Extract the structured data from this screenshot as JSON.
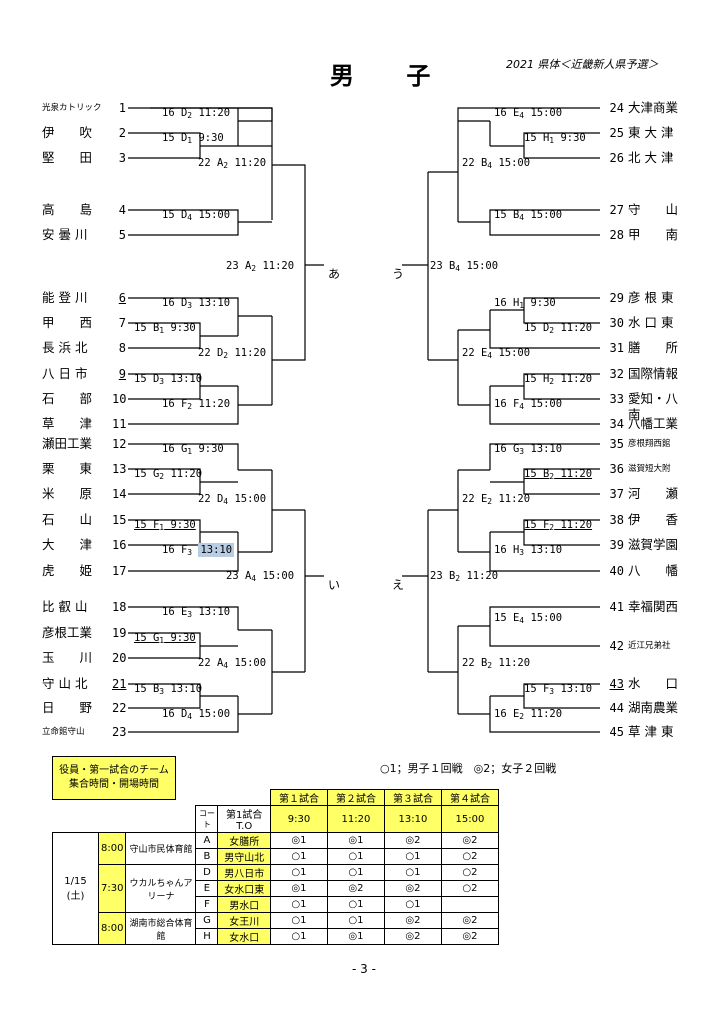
{
  "header": {
    "title": "男 子",
    "subtitle": "2021 県体＜近畿新人県予選＞"
  },
  "left_teams": [
    {
      "name": "光泉カトリック",
      "num": "1",
      "small": true
    },
    {
      "name": "伊　　吹",
      "num": "2"
    },
    {
      "name": "堅　　田",
      "num": "3"
    },
    {
      "name": "高　　島",
      "num": "4"
    },
    {
      "name": "安 曇 川",
      "num": "5"
    },
    {
      "name": "能 登 川",
      "num": "6",
      "u": true
    },
    {
      "name": "甲　　西",
      "num": "7"
    },
    {
      "name": "長 浜 北",
      "num": "8"
    },
    {
      "name": "八 日 市",
      "num": "9",
      "u": true
    },
    {
      "name": "石　　部",
      "num": "10"
    },
    {
      "name": "草　　津",
      "num": "11"
    },
    {
      "name": "瀬田工業",
      "num": "12"
    },
    {
      "name": "栗　　東",
      "num": "13"
    },
    {
      "name": "米　　原",
      "num": "14"
    },
    {
      "name": "石　　山",
      "num": "15"
    },
    {
      "name": "大　　津",
      "num": "16"
    },
    {
      "name": "虎　　姫",
      "num": "17"
    },
    {
      "name": "比 叡 山",
      "num": "18"
    },
    {
      "name": "彦根工業",
      "num": "19"
    },
    {
      "name": "玉　　川",
      "num": "20"
    },
    {
      "name": "守 山 北",
      "num": "21",
      "u": true
    },
    {
      "name": "日　　野",
      "num": "22"
    },
    {
      "name": "立命館守山",
      "num": "23",
      "small": true
    }
  ],
  "right_teams": [
    {
      "num": "24",
      "name": "大津商業"
    },
    {
      "num": "25",
      "name": "東 大 津"
    },
    {
      "num": "26",
      "name": "北 大 津"
    },
    {
      "num": "27",
      "name": "守　　山"
    },
    {
      "num": "28",
      "name": "甲　　南"
    },
    {
      "num": "29",
      "name": "彦 根 東"
    },
    {
      "num": "30",
      "name": "水 口 東"
    },
    {
      "num": "31",
      "name": "膳　　所"
    },
    {
      "num": "32",
      "name": "国際情報"
    },
    {
      "num": "33",
      "name": "愛知・八南"
    },
    {
      "num": "34",
      "name": "八幡工業"
    },
    {
      "num": "35",
      "name": "彦根翔西館",
      "small": true
    },
    {
      "num": "36",
      "name": "滋賀短大附",
      "small": true
    },
    {
      "num": "37",
      "name": "河　　瀬"
    },
    {
      "num": "38",
      "name": "伊　　香"
    },
    {
      "num": "39",
      "name": "滋賀学園"
    },
    {
      "num": "40",
      "name": "八　　幡"
    },
    {
      "num": "41",
      "name": "幸福関西"
    },
    {
      "num": "42",
      "name": "近江兄弟社",
      "small": true
    },
    {
      "num": "43",
      "name": "水　　口",
      "u": true
    },
    {
      "num": "44",
      "name": "湖南農業"
    },
    {
      "num": "45",
      "name": "草 津 東"
    }
  ],
  "matches": [
    {
      "r": "16 D",
      "s": "2",
      "t": "11:20"
    },
    {
      "r": "15 D",
      "s": "1",
      "t": "9:30"
    },
    {
      "r": "22 A",
      "s": "2",
      "t": "11:20"
    },
    {
      "r": "15 D",
      "s": "4",
      "t": "15:00"
    },
    {
      "r": "23 A",
      "s": "2",
      "t": "11:20"
    },
    {
      "r": "16 D",
      "s": "3",
      "t": "13:10"
    },
    {
      "r": "15 B",
      "s": "1",
      "t": "9:30"
    },
    {
      "r": "22 D",
      "s": "2",
      "t": "11:20"
    },
    {
      "r": "15 D",
      "s": "3",
      "t": "13:10"
    },
    {
      "r": "16 F",
      "s": "2",
      "t": "11:20"
    },
    {
      "r": "16 G",
      "s": "1",
      "t": "9:30"
    },
    {
      "r": "15 G",
      "s": "2",
      "t": "11:20"
    },
    {
      "r": "22 D",
      "s": "4",
      "t": "15:00"
    },
    {
      "r": "15 F",
      "s": "1",
      "t": "9:30"
    },
    {
      "r": "16 F",
      "s": "3",
      "t": "13:10"
    },
    {
      "r": "23 A",
      "s": "4",
      "t": "15:00"
    },
    {
      "r": "16 E",
      "s": "3",
      "t": "13:10"
    },
    {
      "r": "15 G",
      "s": "1",
      "t": "9:30"
    },
    {
      "r": "22 A",
      "s": "4",
      "t": "15:00"
    },
    {
      "r": "15 B",
      "s": "3",
      "t": "13:10"
    },
    {
      "r": "16 D",
      "s": "4",
      "t": "15:00"
    },
    {
      "r": "16 E",
      "s": "4",
      "t": "15:00"
    },
    {
      "r": "15 H",
      "s": "1",
      "t": "9:30"
    },
    {
      "r": "22 B",
      "s": "4",
      "t": "15:00"
    },
    {
      "r": "15 B",
      "s": "4",
      "t": "15:00"
    },
    {
      "r": "23 B",
      "s": "4",
      "t": "15:00"
    },
    {
      "r": "16 H",
      "s": "1",
      "t": "9:30"
    },
    {
      "r": "15 D",
      "s": "2",
      "t": "11:20"
    },
    {
      "r": "22 E",
      "s": "4",
      "t": "15:00"
    },
    {
      "r": "15 H",
      "s": "2",
      "t": "11:20"
    },
    {
      "r": "16 F",
      "s": "4",
      "t": "15:00"
    },
    {
      "r": "16 G",
      "s": "3",
      "t": "13:10"
    },
    {
      "r": "15 B",
      "s": "2",
      "t": "11:20"
    },
    {
      "r": "22 E",
      "s": "2",
      "t": "11:20"
    },
    {
      "r": "15 F",
      "s": "2",
      "t": "11:20"
    },
    {
      "r": "16 H",
      "s": "3",
      "t": "13:10"
    },
    {
      "r": "23 B",
      "s": "2",
      "t": "11:20"
    },
    {
      "r": "15 E",
      "s": "4",
      "t": "15:00"
    },
    {
      "r": "22 B",
      "s": "2",
      "t": "11:20"
    },
    {
      "r": "15 F",
      "s": "3",
      "t": "13:10"
    },
    {
      "r": "16 E",
      "s": "2",
      "t": "11:20"
    }
  ],
  "sides": {
    "a": "あ",
    "i": "い",
    "u": "う",
    "e": "え"
  },
  "legend": {
    "box_line1": "役員・第一試合のチーム",
    "box_line2": "集合時間・開場時間",
    "note": "○1；男子１回戦　◎2；女子２回戦"
  },
  "schedule": {
    "heads": [
      "第１試合",
      "第２試合",
      "第３試合",
      "第４試合"
    ],
    "times": [
      "9:30",
      "11:20",
      "13:10",
      "15:00"
    ],
    "court_head": "コート",
    "team_head": "第1試合T.O",
    "date": "1/15\n(土)",
    "venues": [
      {
        "time": "8:00",
        "name": "守山市民体育館"
      },
      {
        "time": "7:30",
        "name": "ウカルちゃんアリーナ"
      },
      {
        "time": "8:00",
        "name": "湖南市総合体育館"
      }
    ],
    "rows": [
      {
        "court": "A",
        "team": "女膳所",
        "m": [
          "◎1",
          "◎1",
          "◎2",
          "◎2"
        ]
      },
      {
        "court": "B",
        "team": "男守山北",
        "m": [
          "○1",
          "○1",
          "○1",
          "○2"
        ]
      },
      {
        "court": "D",
        "team": "男八日市",
        "m": [
          "○1",
          "○1",
          "○1",
          "○2"
        ]
      },
      {
        "court": "E",
        "team": "女水口東",
        "m": [
          "◎1",
          "◎2",
          "◎2",
          "○2"
        ]
      },
      {
        "court": "F",
        "team": "男水口",
        "m": [
          "○1",
          "○1",
          "○1",
          ""
        ]
      },
      {
        "court": "G",
        "team": "女王川",
        "m": [
          "○1",
          "○1",
          "◎2",
          "◎2"
        ]
      },
      {
        "court": "H",
        "team": "女水口",
        "m": [
          "○1",
          "◎1",
          "◎2",
          "◎2"
        ]
      }
    ]
  },
  "page_number": "- 3 -"
}
